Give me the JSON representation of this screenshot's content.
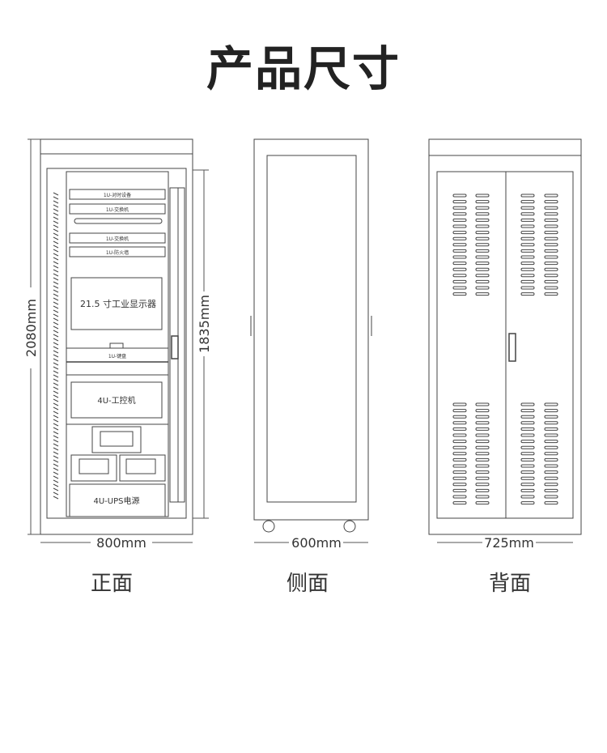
{
  "title": "产品尺寸",
  "views": {
    "front": {
      "label": "正面",
      "height_dim": "2080mm",
      "inner_height_dim": "1835mm",
      "width_dim": "800mm",
      "devices": [
        "1U-对时设备",
        "1U-交换机",
        "1U-交换机",
        "1U-防火墙"
      ],
      "monitor": "21.5 寸工业显示器",
      "keyboard": "1U-键盘",
      "ipc": "4U-工控机",
      "ups": "4U-UPS电源"
    },
    "side": {
      "label": "侧面",
      "depth_dim": "600mm"
    },
    "back": {
      "label": "背面",
      "width_dim": "725mm"
    }
  }
}
